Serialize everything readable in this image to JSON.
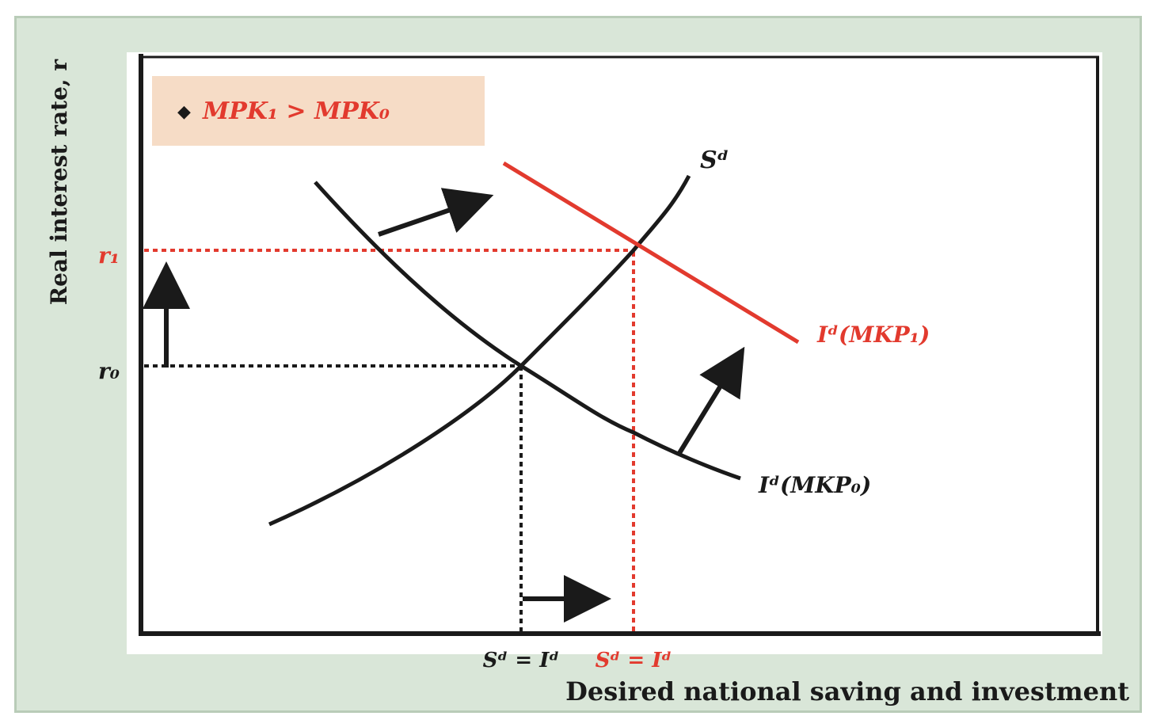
{
  "title": "",
  "axes": {
    "y_label": "Real interest rate, r",
    "x_label": "Desired national saving and investment"
  },
  "legend": {
    "text": "MPK₁ > MPK₀",
    "bullet": "◆"
  },
  "curves": {
    "saving_label": "Sᵈ",
    "investment_old_label": "Iᵈ(MKP₀)",
    "investment_new_label": "Iᵈ(MKP₁)"
  },
  "ticks": {
    "r1": "r₁",
    "r0": "r₀",
    "eq0": "Sᵈ = Iᵈ",
    "eq1": "Sᵈ = Iᵈ"
  },
  "colors": {
    "black": "#1a1a1a",
    "red": "#e23a2e",
    "frame_bg": "#d9e6d8",
    "legend_bg": "#f6dcc6"
  }
}
